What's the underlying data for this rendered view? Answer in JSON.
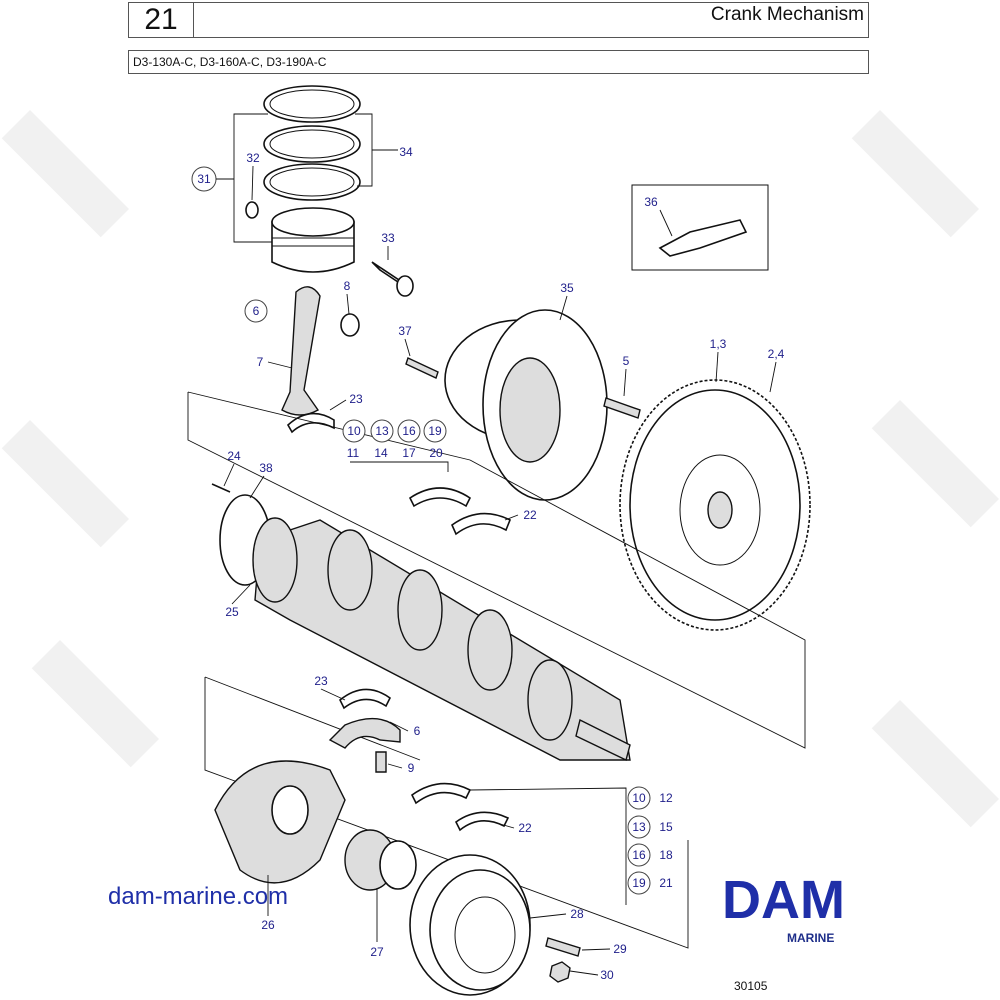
{
  "header": {
    "group_number": "21",
    "title": "Crank Mechanism",
    "models": "D3-130A-C, D3-160A-C, D3-190A-C"
  },
  "labels": {
    "l34": "34",
    "l32": "32",
    "l31": "31",
    "l33": "33",
    "l36": "36",
    "l35": "35",
    "l8": "8",
    "l6a": "6",
    "l37": "37",
    "l5": "5",
    "l13a": "1,3",
    "l24a": "2,4",
    "l7": "7",
    "l23a": "23",
    "row_circled": [
      "10",
      "13",
      "16",
      "19"
    ],
    "row_plain": [
      "11",
      "14",
      "17",
      "20"
    ],
    "l24": "24",
    "l38": "38",
    "l22a": "22",
    "l25": "25",
    "l23b": "23",
    "l6b": "6",
    "l9": "9",
    "l22b": "22",
    "col_circled": [
      "10",
      "13",
      "16",
      "19"
    ],
    "col_plain": [
      "12",
      "15",
      "18",
      "21"
    ],
    "l28": "28",
    "l29": "29",
    "l30": "30",
    "l26": "26",
    "l27": "27"
  },
  "footer": {
    "website": "dam-marine.com",
    "logo_text": "DAM",
    "logo_sub": "MARINE",
    "drawing_number": "30105"
  },
  "colors": {
    "label": "#1f1f8a",
    "brand": "#1f2fa8"
  }
}
